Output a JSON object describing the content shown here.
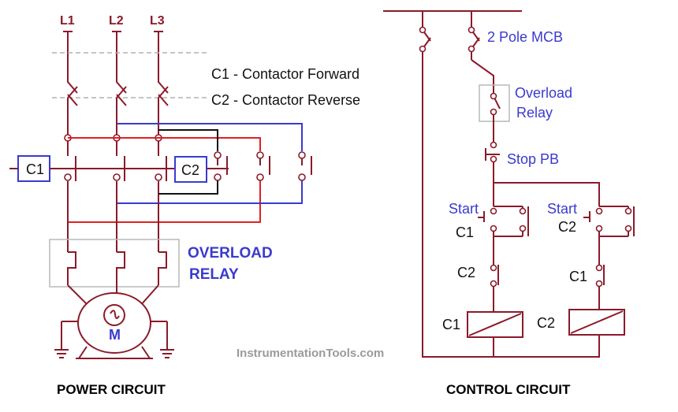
{
  "power": {
    "phases": [
      "L1",
      "L2",
      "L3"
    ],
    "legend_c1": "C1 - Contactor Forward",
    "legend_c2": "C2 - Contactor Reverse",
    "c1_box": "C1",
    "c2_box": "C2",
    "overload_line1": "OVERLOAD",
    "overload_line2": "RELAY",
    "motor": "M",
    "title": "POWER CIRCUIT"
  },
  "control": {
    "mcb": "2 Pole MCB",
    "overload_line1": "Overload",
    "overload_line2": "Relay",
    "stop": "Stop PB",
    "start1": "Start",
    "start2": "Start",
    "latch1": "C1",
    "latch2": "C2",
    "interlock1": "C2",
    "interlock2": "C1",
    "coil1": "C1",
    "coil2": "C2",
    "title": "CONTROL CIRCUIT"
  },
  "watermark": "InstrumentationTools.com",
  "colors": {
    "wire": "#8b1a2a",
    "forward": "#e02020",
    "reverse": "#3a3ad0",
    "label": "#3a3ad0"
  }
}
